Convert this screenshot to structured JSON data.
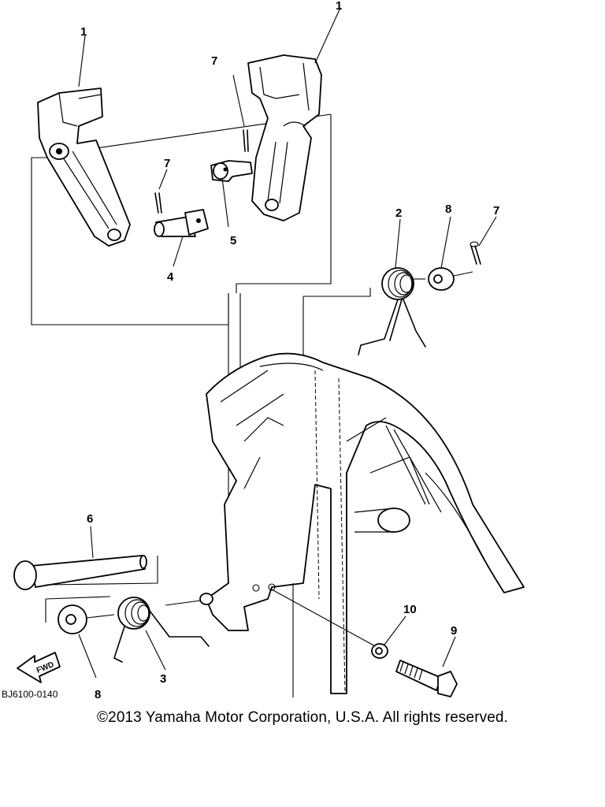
{
  "diagram": {
    "drawing_code": "BJ6100-0140",
    "fwd_label": "FWD",
    "callouts": [
      "1",
      "1",
      "7",
      "7",
      "7",
      "5",
      "4",
      "2",
      "8",
      "6",
      "10",
      "9",
      "8",
      "3"
    ]
  },
  "footer": {
    "copyright": "©2013 Yamaha Motor Corporation, U.S.A. All rights reserved."
  }
}
